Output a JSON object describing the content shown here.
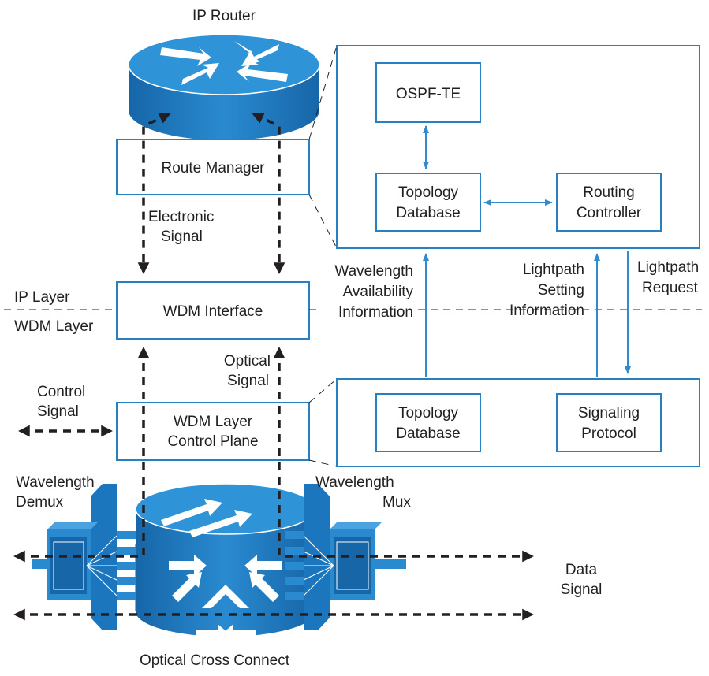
{
  "labels": {
    "ip_router": "IP Router",
    "route_manager": "Route Manager",
    "electronic_signal_1": "Electronic",
    "electronic_signal_2": "Signal",
    "ip_layer": "IP Layer",
    "wdm_layer": "WDM Layer",
    "wdm_interface": "WDM Interface",
    "optical_signal_1": "Optical",
    "optical_signal_2": "Signal",
    "control_signal_1": "Control",
    "control_signal_2": "Signal",
    "wdm_control_plane_1": "WDM Layer",
    "wdm_control_plane_2": "Control Plane",
    "wavelength_demux_1": "Wavelength",
    "wavelength_demux_2": "Demux",
    "wavelength_mux_1": "Wavelength",
    "wavelength_mux_2": "Mux",
    "data_signal_1": "Data",
    "data_signal_2": "Signal",
    "optical_cross_connect": "Optical Cross Connect",
    "ospf_te": "OSPF-TE",
    "topology_db_top_1": "Topology",
    "topology_db_top_2": "Database",
    "routing_controller_1": "Routing",
    "routing_controller_2": "Controller",
    "wavelength_avail_1": "Wavelength",
    "wavelength_avail_2": "Availability",
    "wavelength_avail_3": "Information",
    "lightpath_setting_1": "Lightpath",
    "lightpath_setting_2": "Setting",
    "lightpath_setting_3": "Information",
    "lightpath_request_1": "Lightpath",
    "lightpath_request_2": "Request",
    "topology_db_bottom_1": "Topology",
    "topology_db_bottom_2": "Database",
    "signaling_protocol_1": "Signaling",
    "signaling_protocol_2": "Protocol"
  },
  "colors": {
    "cisco_blue": "#1f7bc1",
    "cisco_blue_light": "#4aa3e0",
    "box_border": "#2980c0",
    "text": "#231f20"
  },
  "icons": {
    "router": "router-icon",
    "oxc": "optical-cross-connect-icon",
    "demux": "wavelength-demux-icon",
    "mux": "wavelength-mux-icon"
  }
}
